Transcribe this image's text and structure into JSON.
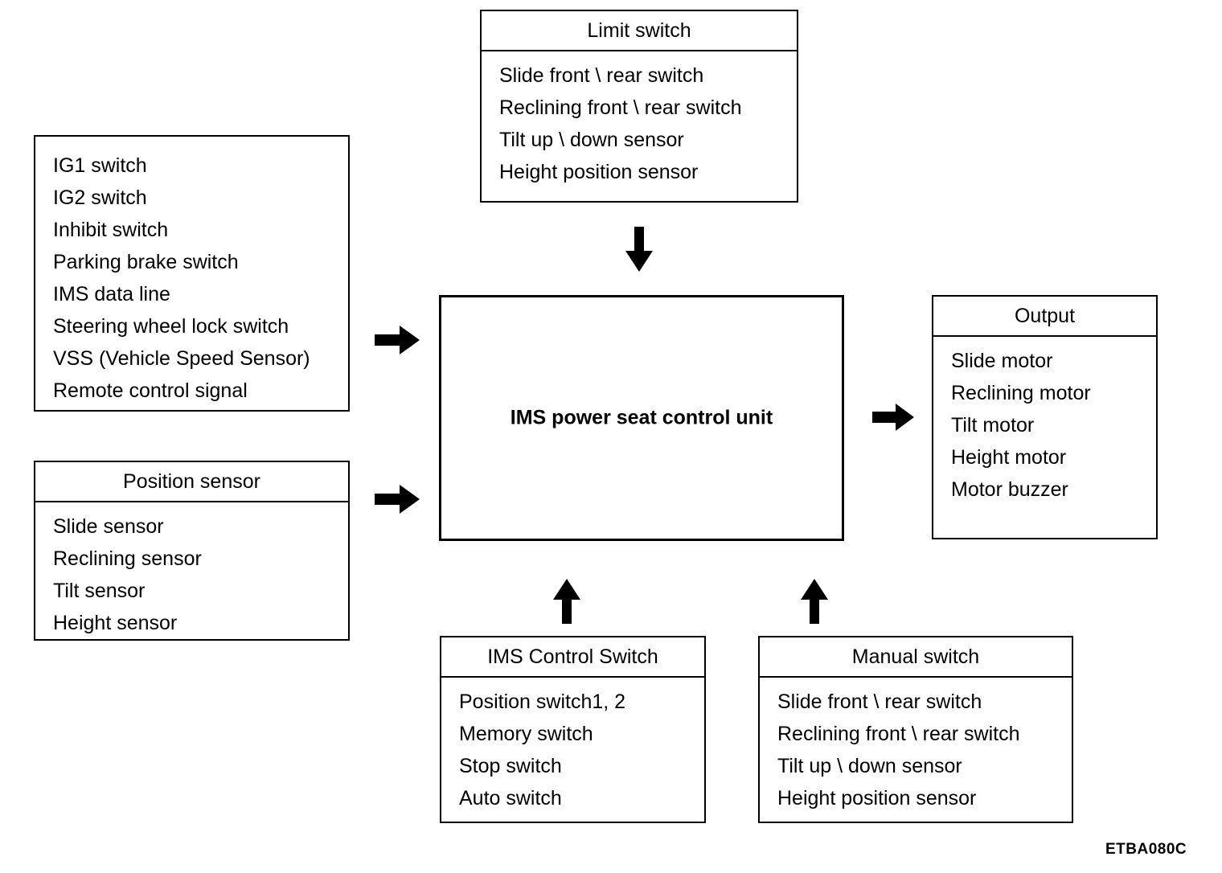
{
  "diagram": {
    "title_code": "ETBA080C",
    "center": {
      "label": "IMS power seat control unit"
    },
    "boxes": {
      "limit_switch": {
        "header": "Limit switch",
        "items": [
          "Slide front \\ rear switch",
          "Reclining front \\ rear switch",
          "Tilt up \\ down sensor",
          "Height position sensor"
        ]
      },
      "inputs": {
        "header": "",
        "items": [
          "IG1 switch",
          "IG2 switch",
          "Inhibit switch",
          "Parking brake switch",
          "IMS data line",
          "Steering wheel lock switch",
          "VSS (Vehicle Speed Sensor)",
          "Remote control signal"
        ]
      },
      "position_sensor": {
        "header": "Position sensor",
        "items": [
          "Slide sensor",
          "Reclining sensor",
          "Tilt sensor",
          "Height sensor"
        ]
      },
      "output": {
        "header": "Output",
        "items": [
          "Slide motor",
          "Reclining motor",
          "Tilt motor",
          "Height motor",
          "Motor buzzer"
        ]
      },
      "ims_control_switch": {
        "header": "IMS Control Switch",
        "items": [
          "Position switch1, 2",
          "Memory switch",
          "Stop switch",
          "Auto switch"
        ]
      },
      "manual_switch": {
        "header": "Manual switch",
        "items": [
          "Slide front \\ rear switch",
          "Reclining front \\ rear switch",
          "Tilt up \\ down sensor",
          "Height position sensor"
        ]
      }
    },
    "arrows": [
      {
        "name": "limit-switch-to-control-unit",
        "direction": "down"
      },
      {
        "name": "inputs-to-control-unit",
        "direction": "right"
      },
      {
        "name": "position-sensor-to-control-unit",
        "direction": "right"
      },
      {
        "name": "control-unit-to-output",
        "direction": "right"
      },
      {
        "name": "ims-control-switch-to-control-unit",
        "direction": "up"
      },
      {
        "name": "manual-switch-to-control-unit",
        "direction": "up"
      }
    ],
    "colors": {
      "line": "#000000",
      "background": "#ffffff"
    }
  }
}
